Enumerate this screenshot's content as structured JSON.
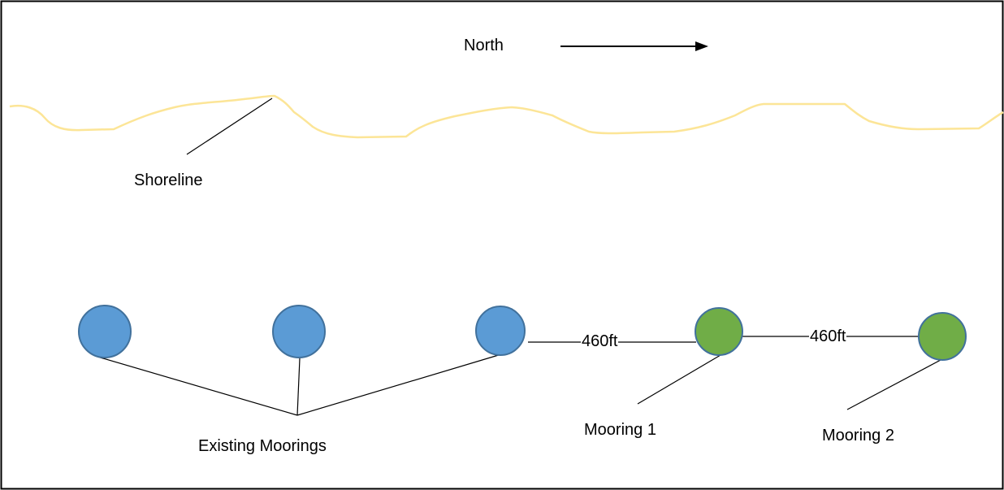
{
  "compass": {
    "label": "North"
  },
  "shoreline": {
    "label": "Shoreline",
    "color": "#FCE597"
  },
  "moorings": {
    "existing_label": "Existing Moorings",
    "existing_color": "#5B9BD5",
    "existing_border": "#41719C",
    "new_color": "#70AD47",
    "new_border": "#4E7F33",
    "mooring1_label": "Mooring 1",
    "mooring2_label": "Mooring 2"
  },
  "distances": {
    "existing_to_mooring1": "460ft",
    "mooring1_to_mooring2": "460ft"
  }
}
